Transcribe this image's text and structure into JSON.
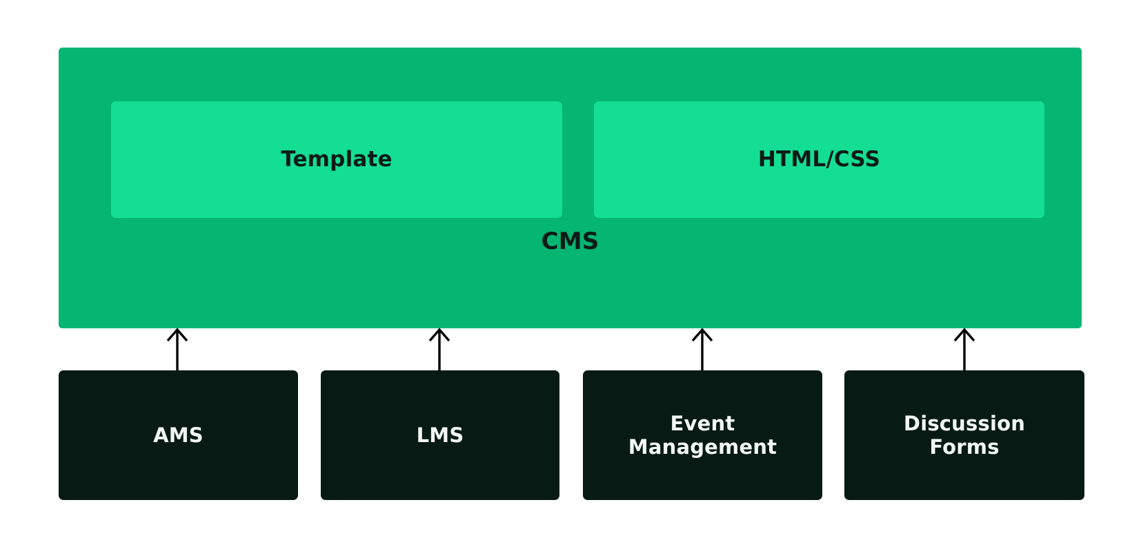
{
  "diagram": {
    "type": "block-architecture",
    "title_visible": false,
    "background_color": "#ffffff",
    "colors": {
      "container_green": "#05b572",
      "inner_green": "#13de93",
      "leaf_dark": "#071a13",
      "dark_text": "#0d1b17",
      "light_text": "#f2f7f5",
      "arrow": "#000000"
    }
  },
  "cms": {
    "label": "CMS",
    "inner_blocks": [
      {
        "label": "Template"
      },
      {
        "label": "HTML/CSS"
      }
    ]
  },
  "modules": [
    {
      "label": "AMS"
    },
    {
      "label": "LMS"
    },
    {
      "label": "Event\nManagement"
    },
    {
      "label": "Discussion\nForms"
    }
  ],
  "connectors": [
    {
      "from": "AMS",
      "to": "CMS",
      "direction": "up"
    },
    {
      "from": "LMS",
      "to": "CMS",
      "direction": "up"
    },
    {
      "from": "Event Management",
      "to": "CMS",
      "direction": "up"
    },
    {
      "from": "Discussion Forms",
      "to": "CMS",
      "direction": "up"
    }
  ]
}
